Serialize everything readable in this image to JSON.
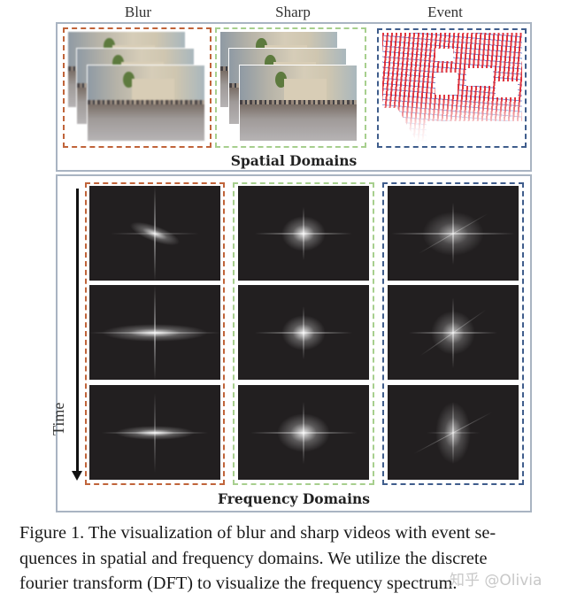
{
  "figure": {
    "column_labels": [
      "Blur",
      "Sharp",
      "Event"
    ],
    "spatial_title": "Spatial Domains",
    "frequency_title": "Frequency Domains",
    "time_axis_label": "Time",
    "colors": {
      "blur_border": "#c0643a",
      "sharp_border": "#a7cf8e",
      "event_border": "#3f5d8c",
      "outer_border": "#a9b4c2",
      "spectrum_bg": "#221f20",
      "event_positive": "#dc141e",
      "event_negative": "#283caa"
    },
    "spatial_panels": [
      {
        "name": "blur",
        "content": "stacked blurry video frames of a crowded street plaza"
      },
      {
        "name": "sharp",
        "content": "stacked sharp video frames of the same street plaza"
      },
      {
        "name": "event",
        "content": "event sequence visualization with red and blue polarity events"
      }
    ],
    "frequency_rows": 3,
    "frequency_columns": [
      "blur",
      "sharp",
      "event"
    ]
  },
  "caption": {
    "lines": [
      "Figure 1. The visualization of blur and sharp videos with event se-",
      "quences in spatial and frequency domains. We utilize the discrete",
      "fourier transform (DFT) to visualize the frequency spectrum."
    ]
  },
  "watermark": "知乎 @Olivia"
}
